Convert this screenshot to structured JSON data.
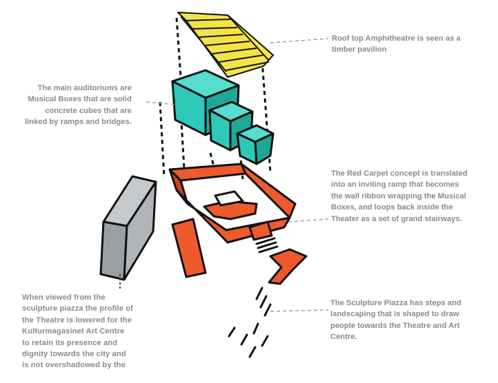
{
  "annotations": {
    "roof": {
      "icon": "timber-pavilion-roof-icon",
      "lines": [
        "Roof top Amphitheatre is seen as a",
        "timber pavilion"
      ]
    },
    "auditoriums": {
      "icon": "concrete-cube-icon",
      "lines": [
        "The main auditoriums are",
        "Musical Boxes that are solid",
        "concrete cubes that are",
        "linked by ramps and bridges."
      ]
    },
    "red_carpet": {
      "icon": "red-carpet-ramp-icon",
      "lines": [
        "The Red Carpet concept is translated",
        "into an inviting ramp that becomes",
        "the wall ribbon wrapping the Musical",
        "Boxes, and loops back inside the",
        "Theater as a set of grand stairways."
      ]
    },
    "profile": {
      "icon": "grey-wall-block-icon",
      "lines": [
        "When viewed from the",
        "sculpture piazza the profile of",
        "the Theatre is lowered for the",
        "Kulturmagasinet Art Centre",
        "to retain its presence and",
        "dignity towards the city and",
        "is not overshadowed by the"
      ]
    },
    "sculpture_piazza": {
      "icon": "piazza-steps-icon",
      "lines": [
        "The Sculpture Piazza has steps and",
        "landscaping that is shaped to draw",
        "people towards the Theatre and Art",
        "Centre."
      ]
    }
  },
  "colors": {
    "roof": "#f5e446",
    "cube_front": "#2ec9b8",
    "cube_side": "#1ea898",
    "cube_top": "#55ddd0",
    "red_carpet": "#ee5a2c",
    "red_carpet_dark": "#c84420",
    "wall_front": "#9a9fa4",
    "wall_top": "#c6cacd",
    "text": "#8a8a8a",
    "leader": "#9a9a9a",
    "outline": "#111111"
  }
}
